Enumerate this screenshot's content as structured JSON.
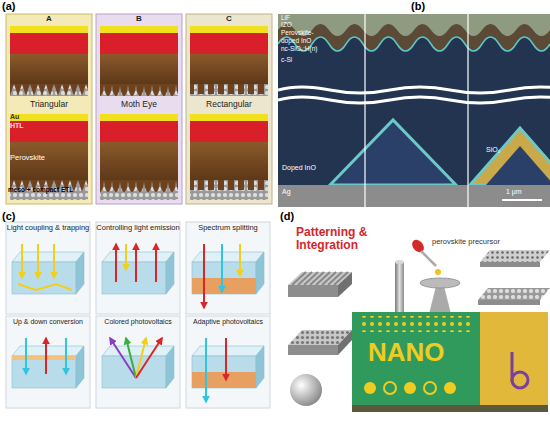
{
  "diagram": {
    "nodes": [
      {
        "text": [
          "(a)"
        ]
      },
      {
        "text": [
          "A",
          "Triangular",
          "Au",
          "HTL",
          "Perovskite",
          "meso + compact ETL"
        ],
        "in": 0
      },
      {
        "text": [
          "B",
          "Moth Eye"
        ],
        "in": 0
      },
      {
        "text": [
          "C",
          "Rectangular"
        ],
        "in": 0
      },
      {
        "text": [
          "(b)"
        ]
      },
      {
        "text": [
          "(c)"
        ]
      },
      {
        "text": [
          "Light coupling & trapping"
        ],
        "in": 5
      },
      {
        "text": [
          "Controlling light emission"
        ],
        "in": 5
      },
      {
        "text": [
          "Spectrum splitting"
        ],
        "in": 5
      },
      {
        "text": [
          "Up & down conversion"
        ],
        "in": 5
      },
      {
        "text": [
          "Colored photovoltaics"
        ],
        "in": 5
      },
      {
        "text": [
          "Adaptive photovoltaics"
        ],
        "in": 5
      },
      {
        "text": [
          "(d)"
        ]
      }
    ],
    "labels": [
      "LiF",
      "IZO",
      "Perovskite-",
      "doped InO",
      "nc-SiOₓ:H(n)",
      "c-Si",
      "Doped InO",
      "Ag",
      "SiO₂",
      "1 μm",
      "Patterning & Integration",
      "perovskite precursor",
      "NANO"
    ]
  }
}
